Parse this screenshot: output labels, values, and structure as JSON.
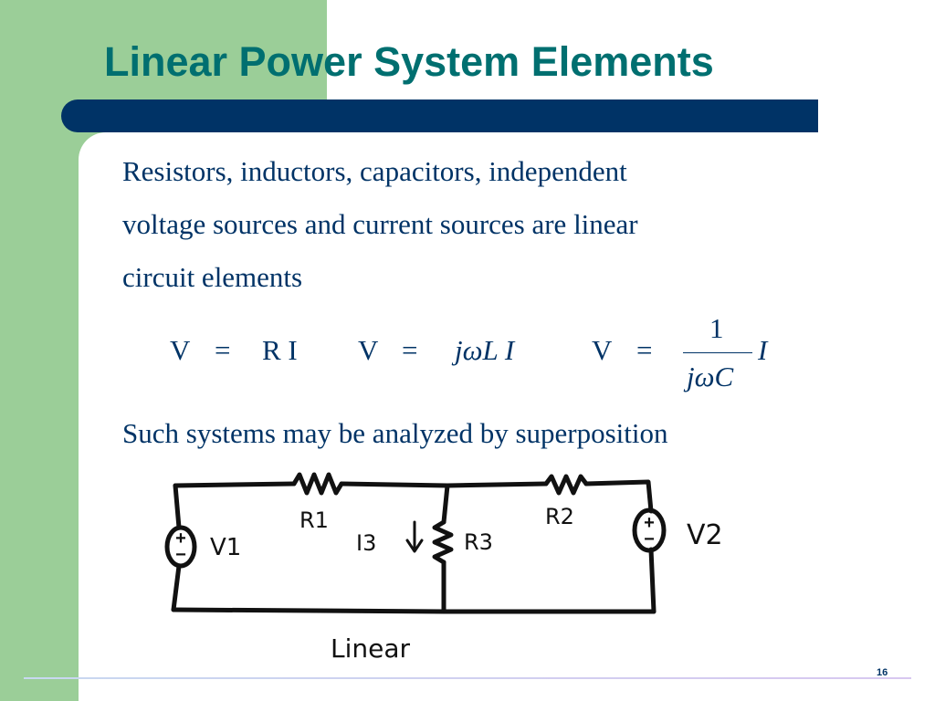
{
  "slide": {
    "title": "Linear Power System Elements",
    "body_lines": [
      "Resistors, inductors, capacitors, independent",
      "voltage sources and current sources are linear",
      "circuit elements"
    ],
    "equations": {
      "eq1": {
        "lhs": "V",
        "equals": "=",
        "rhs": "R I"
      },
      "eq2": {
        "lhs": "V",
        "equals": "=",
        "rhs": "jωL I"
      },
      "eq3": {
        "lhs": "V",
        "equals": "=",
        "numerator": "1",
        "denominator": "jωC",
        "factor": "I"
      }
    },
    "conclusion": "Such systems may be analyzed by superposition",
    "circuit": {
      "labels": {
        "v1": "V1",
        "r1": "R1",
        "i3": "I3",
        "r3": "R3",
        "r2": "R2",
        "v2": "V2",
        "caption": "Linear"
      },
      "source_polarity": {
        "plus": "+",
        "minus": "−"
      }
    },
    "page_number": "16"
  },
  "colors": {
    "title": "#006f70",
    "bar": "#003366",
    "text": "#003366",
    "side_panel": "#9bce98",
    "sketch_ink": "#111111"
  }
}
